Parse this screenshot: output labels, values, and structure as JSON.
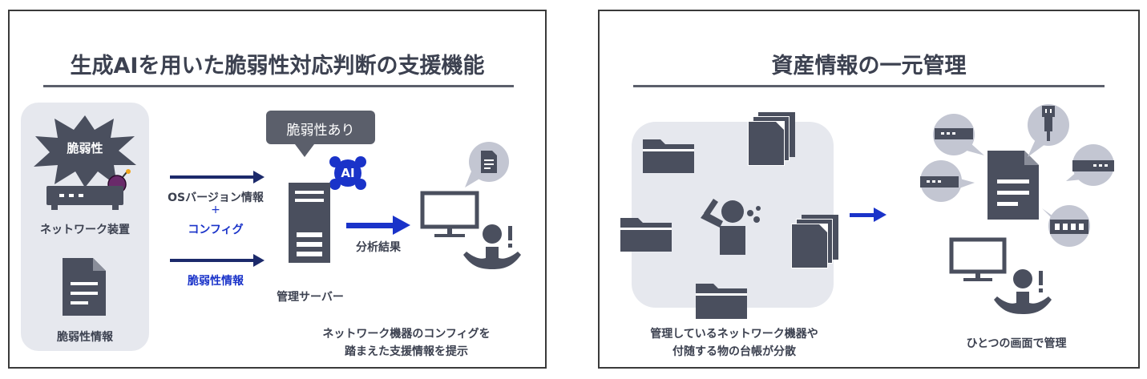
{
  "left_panel": {
    "title": "生成AIを用いた脆弱性対応判断の支援機能",
    "burst_label": "脆弱性",
    "network_device_label": "ネットワーク装置",
    "vuln_info_label": "脆弱性情報",
    "flow_top_line1": "OSバージョン情報",
    "flow_top_plus": "+",
    "flow_top_line2": "コンフィグ",
    "flow_bottom": "脆弱性情報",
    "bubble": "脆弱性あり",
    "ai_badge": "AI",
    "server_label": "管理サーバー",
    "result_label": "分析結果",
    "caption_line1": "ネットワーク機器のコンフィグを",
    "caption_line2": "踏まえた支援情報を提示",
    "colors": {
      "accent_blue": "#1a33c9",
      "dark_navy": "#1c2a6b",
      "icon_gray": "#4a4f5e",
      "box_gray": "#e6e8ee"
    }
  },
  "right_panel": {
    "title": "資産情報の一元管理",
    "caption_left_line1": "管理しているネットワーク機器や",
    "caption_left_line2": "付随する物の台帳が分散",
    "caption_right": "ひとつの画面で管理"
  }
}
